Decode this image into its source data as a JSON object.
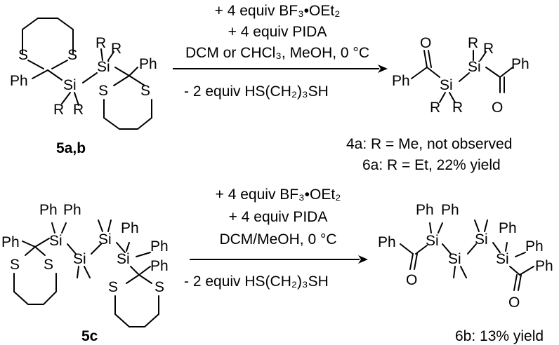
{
  "reaction1": {
    "conditions_above": [
      "+ 4 equiv BF₃•OEt₂",
      "+ 4 equiv PIDA",
      "DCM or CHCl₃, MeOH, 0 °C"
    ],
    "conditions_below": "- 2 equiv HS(CH₂)₃SH",
    "reactant_label": "5a,b",
    "result_lines": [
      "4a: R = Me, not observed",
      "6a: R = Et, 22% yield"
    ]
  },
  "reaction2": {
    "conditions_above": [
      "+ 4 equiv BF₃•OEt₂",
      "+ 4 equiv PIDA",
      "DCM/MeOH, 0 °C"
    ],
    "conditions_below": "- 2 equiv HS(CH₂)₃SH",
    "reactant_label": "5c",
    "product_label": "6b: 13% yield"
  },
  "atoms": {
    "S": "S",
    "Si": "Si",
    "Ph": "Ph",
    "R": "R",
    "O": "O"
  }
}
